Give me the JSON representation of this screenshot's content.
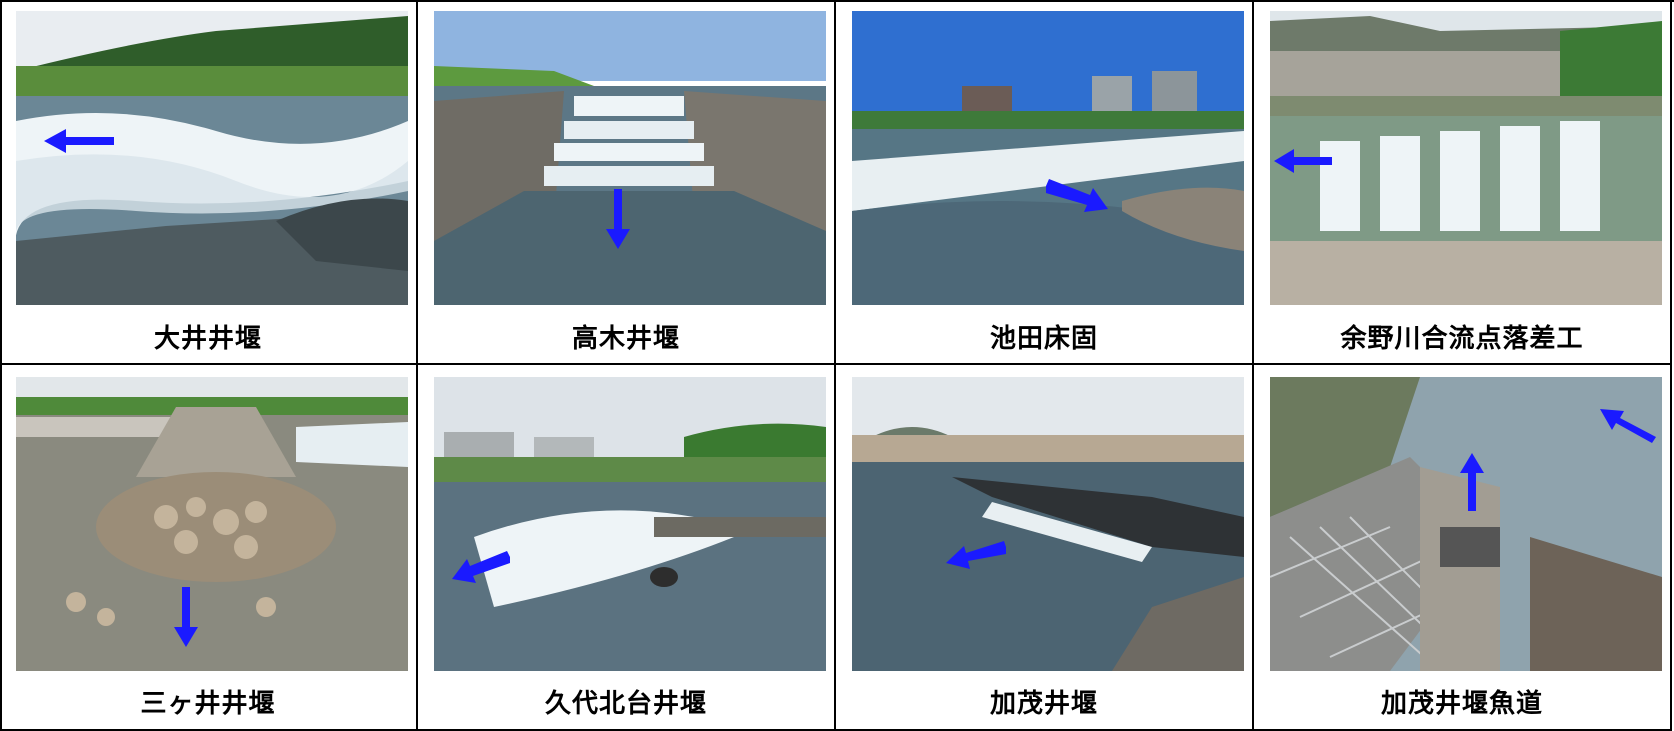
{
  "weirs": [
    {
      "label": "大井井堰",
      "flow_arrow": "left"
    },
    {
      "label": "高木井堰",
      "flow_arrow": "down"
    },
    {
      "label": "池田床固",
      "flow_arrow": "down-right"
    },
    {
      "label": "余野川合流点落差工",
      "flow_arrow": "left"
    },
    {
      "label": "三ヶ井井堰",
      "flow_arrow": "down"
    },
    {
      "label": "久代北台井堰",
      "flow_arrow": "down-left"
    },
    {
      "label": "加茂井堰",
      "flow_arrow": "down-left"
    },
    {
      "label": "加茂井堰魚道",
      "flow_arrow": "up"
    }
  ],
  "colors": {
    "arrow": "#1a1aff",
    "water": "#5f7f8f",
    "foam": "#eef4f7",
    "grass": "#4f8a3a",
    "sky": "#8fb4e0",
    "stone": "#b8b0a3"
  }
}
